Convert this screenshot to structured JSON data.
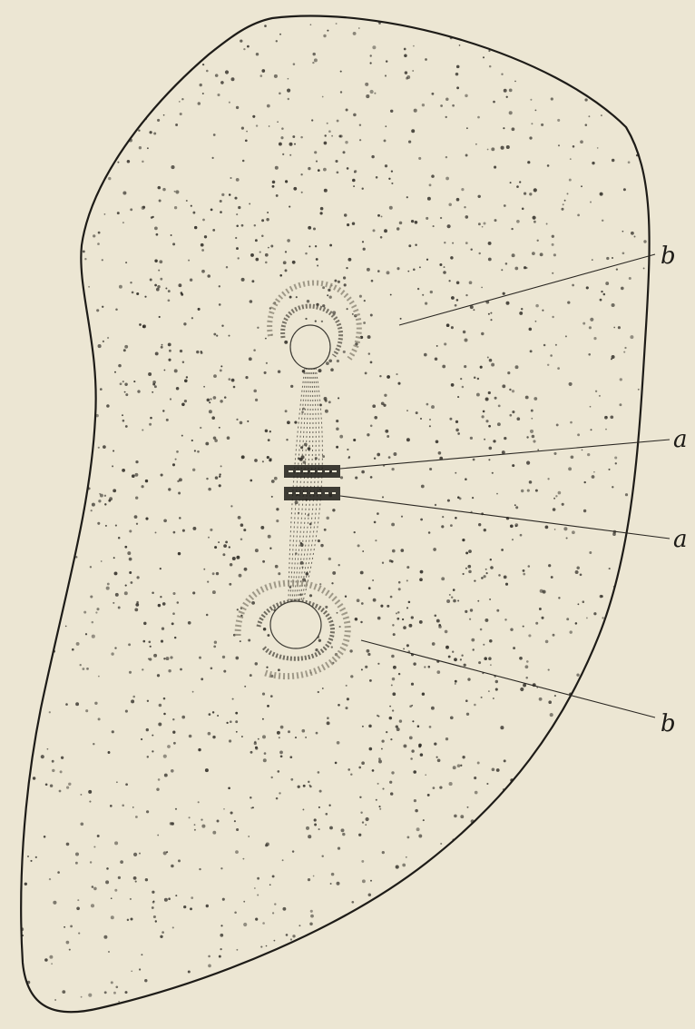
{
  "labels": {
    "b_top": "b",
    "a_upper": "a",
    "a_lower": "a",
    "b_bottom": "b"
  },
  "colors": {
    "paper": "#ece6d3",
    "ink": "#1e1c18"
  }
}
